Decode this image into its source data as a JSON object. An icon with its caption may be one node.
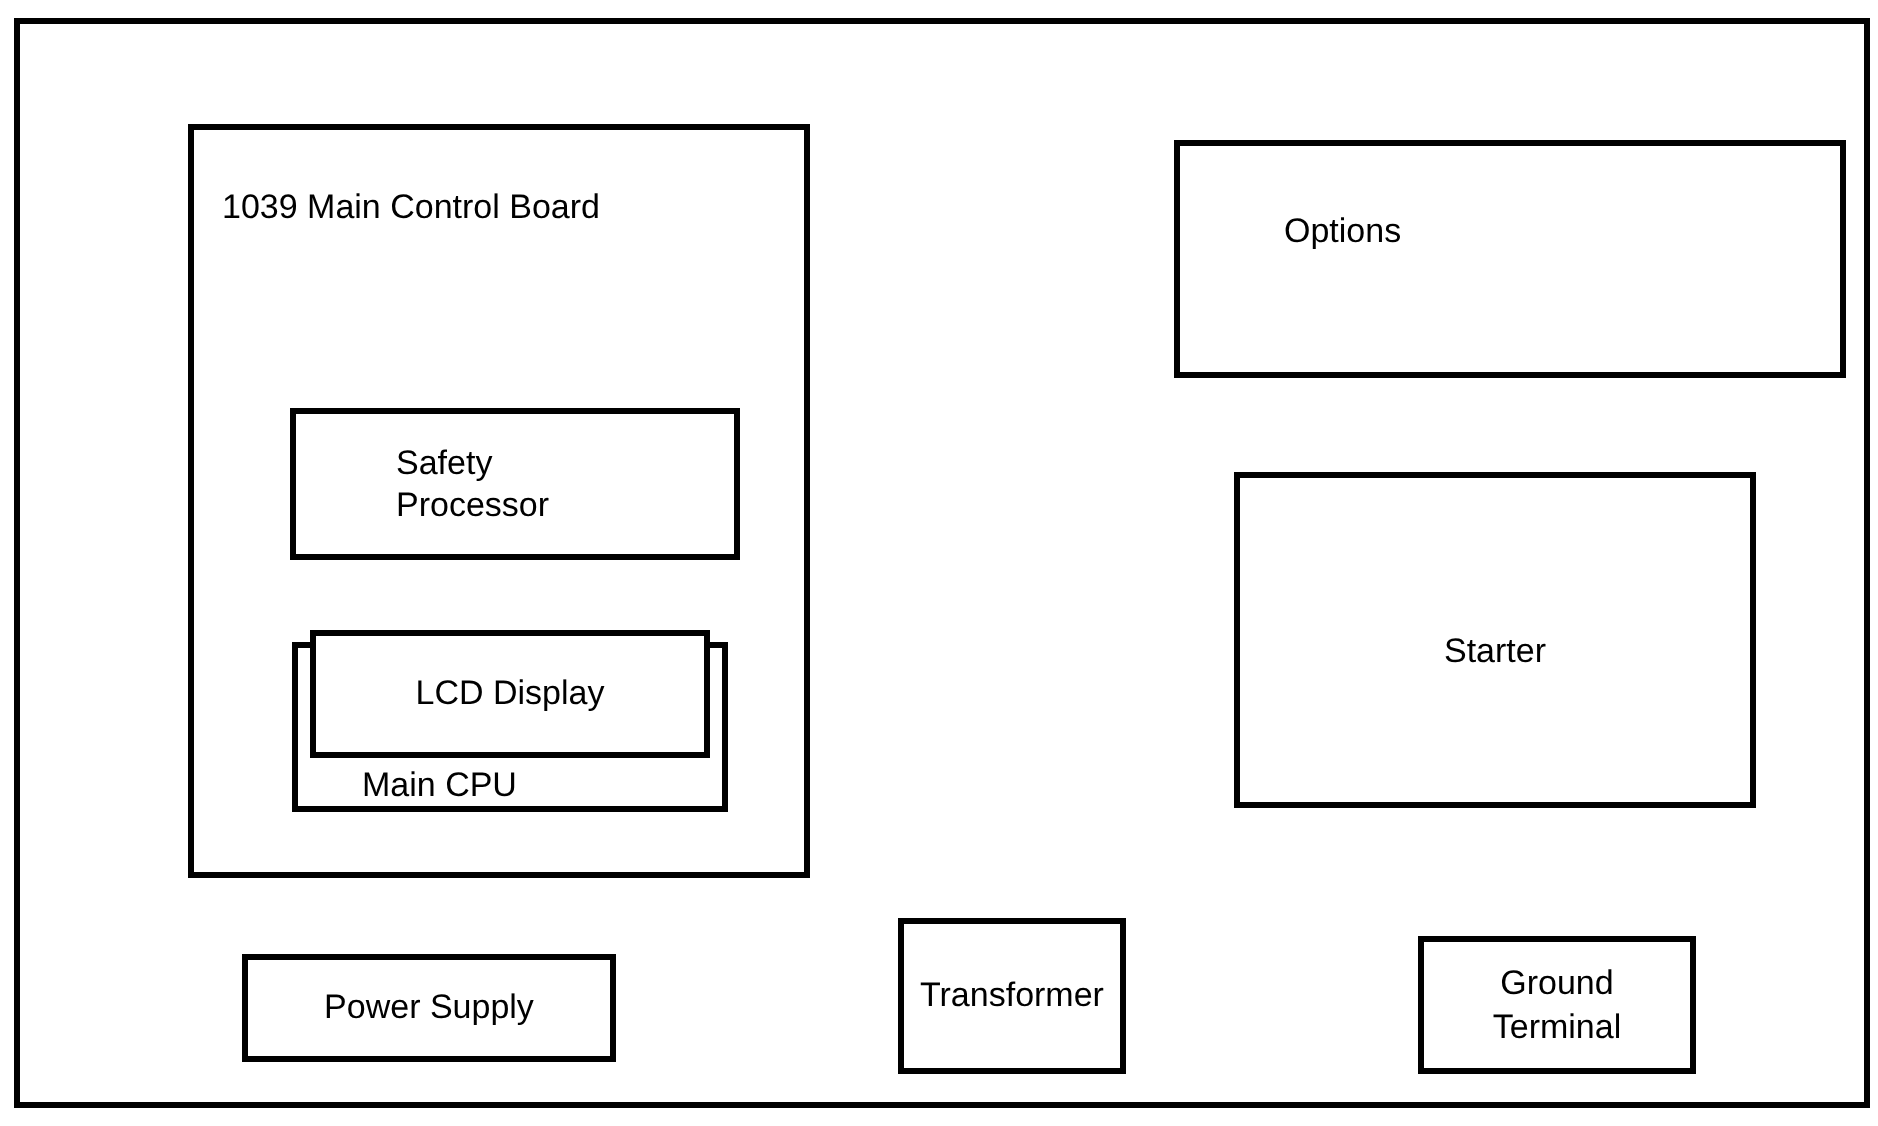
{
  "diagram": {
    "nodes": [
      {
        "text": [
          "1039 Main Control Board"
        ]
      },
      {
        "text": [
          "Safety Processor"
        ],
        "in": 0
      },
      {
        "text": [
          "Main CPU"
        ],
        "in": 0
      },
      {
        "text": [
          "LCD Display"
        ],
        "in": 2
      },
      {
        "text": [
          "Options"
        ]
      },
      {
        "text": [
          "Starter"
        ]
      },
      {
        "text": [
          "Power Supply"
        ]
      },
      {
        "text": [
          "Transformer"
        ]
      },
      {
        "text": [
          "Ground Terminal"
        ]
      }
    ]
  }
}
